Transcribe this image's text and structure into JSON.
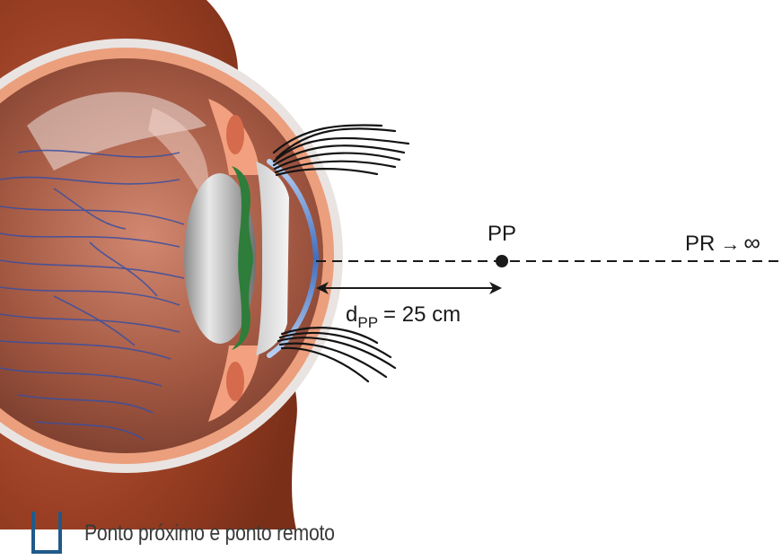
{
  "labels": {
    "near_point": "PP",
    "far_point": "PR",
    "far_arrow": "→",
    "infinity": "∞",
    "distance_main": "d",
    "distance_sub": "PP",
    "distance_value": "= 25 cm"
  },
  "caption": "Ponto próximo e ponto remoto",
  "colors": {
    "caption_mark": "#1f5a8a",
    "caption_text": "#3a3a3a",
    "skin": "#a2472c",
    "cornea": "#4d7ec9",
    "ciliary": "#2e7d3a",
    "vessels": "#3a4fa0"
  }
}
